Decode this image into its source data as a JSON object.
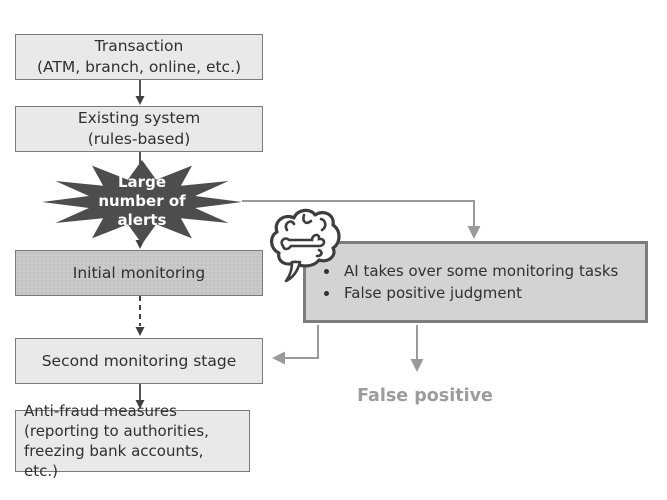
{
  "diagram": {
    "title": "Fraud monitoring flow with AI assistance",
    "colors": {
      "canvas_bg": "#ffffff",
      "box_fill": "#e9e9e9",
      "box_border": "#7a7a7a",
      "highlight_fill": "#c9c9c9",
      "burst_fill": "#4d4d4d",
      "burst_text": "#ffffff",
      "ai_box_fill": "#d3d3d3",
      "ai_box_border": "#7d7d7d",
      "dark_arrow": "#404040",
      "gray_arrow": "#9a9a9a",
      "text": "#303030",
      "false_positive_text": "#9c9c9c"
    },
    "nodes": {
      "transaction": {
        "label": "Transaction\n(ATM, branch, online, etc.)"
      },
      "existing_system": {
        "label": "Existing system\n(rules-based)"
      },
      "alerts_burst": {
        "label": "Large\nnumber of\nalerts"
      },
      "initial_monitoring": {
        "label": "Initial monitoring"
      },
      "second_monitoring": {
        "label": "Second monitoring stage"
      },
      "anti_fraud": {
        "label": "Anti-fraud measures\n(reporting to authorities,\nfreezing bank accounts, etc.)"
      },
      "ai_tasks": {
        "items": [
          "AI takes over some monitoring tasks",
          "False positive judgment"
        ]
      },
      "false_positive": {
        "label": "False positive"
      }
    },
    "icons": {
      "brain": "brain-icon"
    }
  }
}
